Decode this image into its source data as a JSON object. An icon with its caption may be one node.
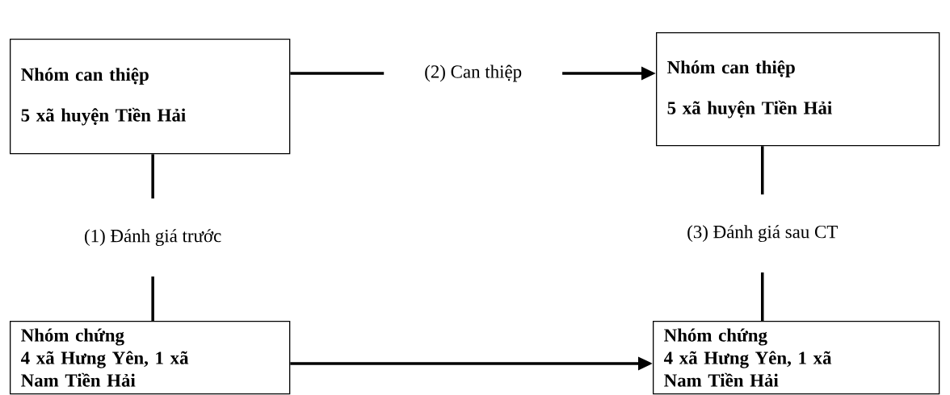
{
  "diagram": {
    "nodes": [
      {
        "text": [
          "Nhóm can thiệp",
          "5 xã huyện Tiền Hải"
        ]
      },
      {
        "text": [
          "Nhóm can thiệp",
          "5 xã huyện Tiền Hải"
        ]
      },
      {
        "text": [
          "Nhóm chứng",
          "4 xã Hưng Yên, 1 xã Nam Tiền Hải"
        ]
      },
      {
        "text": [
          "Nhóm chứng",
          "4 xã Hưng Yên, 1 xã Nam Tiền Hải"
        ]
      }
    ],
    "edges": [
      {
        "from": 0,
        "to": 1,
        "arrow": "to",
        "label": "(2) Can thiệp"
      },
      {
        "from": 0,
        "to": 2,
        "arrow": "none",
        "label": "(1) Đánh giá trước"
      },
      {
        "from": 1,
        "to": 3,
        "arrow": "none",
        "label": "(3) Đánh giá sau CT"
      },
      {
        "from": 2,
        "to": 3,
        "arrow": "to"
      }
    ]
  }
}
